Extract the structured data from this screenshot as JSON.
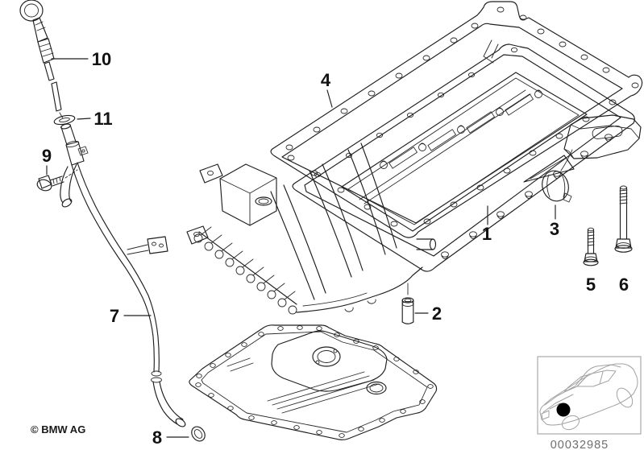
{
  "diagram": {
    "type": "exploded-parts-line-drawing",
    "subject_parts": [
      "upper-oil-pan",
      "oil-pan-gasket",
      "lower-oil-pan",
      "dipstick",
      "dipstick-guide-tube",
      "bolts",
      "sealing-rings",
      "cover-cap",
      "dowel-pin"
    ],
    "callouts": [
      {
        "num": "1"
      },
      {
        "num": "2"
      },
      {
        "num": "3"
      },
      {
        "num": "4"
      },
      {
        "num": "5"
      },
      {
        "num": "6"
      },
      {
        "num": "7"
      },
      {
        "num": "8"
      },
      {
        "num": "9"
      },
      {
        "num": "10"
      },
      {
        "num": "11"
      }
    ]
  },
  "footer": {
    "copyright": "© BMW AG"
  },
  "thumbnail": {
    "image_number": "00032985",
    "icon": "bmw-sedan-3quarter-outline-icon",
    "marker": "engine-location-dot"
  },
  "colors": {
    "background": "#ffffff",
    "drawing_line": "#1f1f1f",
    "callout_text": "#121212",
    "thumbnail_line": "#a2a2a2",
    "image_number_text": "#6e6e6e"
  }
}
